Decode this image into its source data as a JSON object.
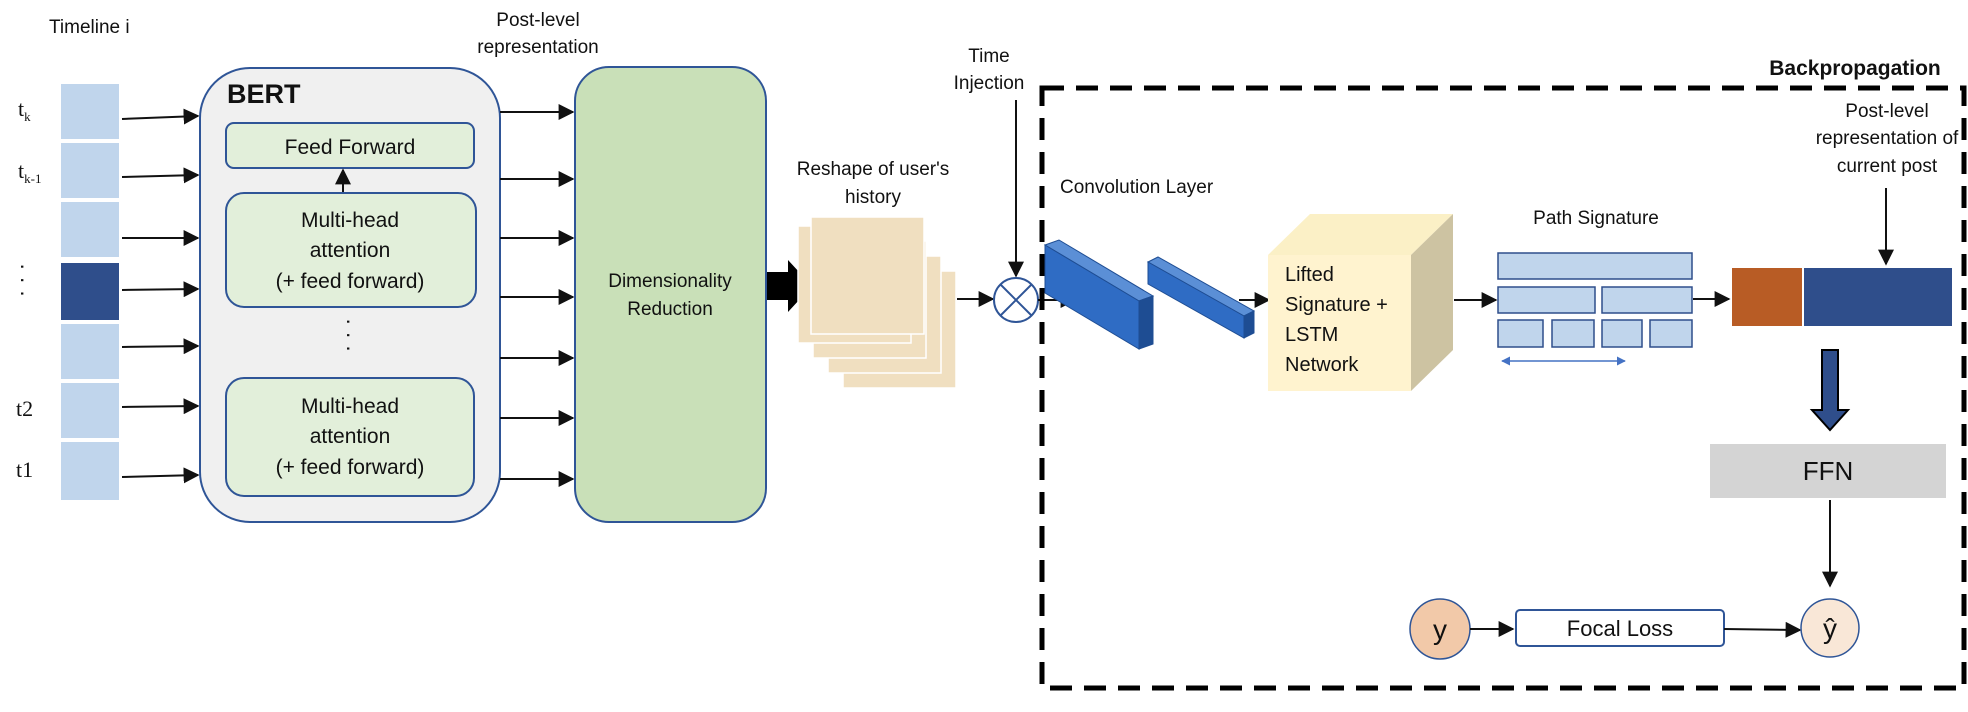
{
  "colors": {
    "timeline_light": "#c0d5ec",
    "timeline_dark": "#2f4e8b",
    "bert_fill": "#f0f0f0",
    "bert_border": "#2f5597",
    "layer_fill": "#e2efda",
    "dim_fill": "#c9e0b8",
    "reshape_fill": "#f0dfc0",
    "conv_front": "#2f6cc4",
    "conv_top": "#5b8fd6",
    "conv_side": "#1e4d93",
    "cube_front": "#fff3cf",
    "cube_top": "#fbf0c6",
    "cube_side": "#cdc3a2",
    "sig_fill": "#c0d5ec",
    "orange": "#b85c25",
    "dark_blue": "#2f4e8b",
    "ffn_fill": "#d4d4d4",
    "y_fill": "#f2c9a9",
    "yhat_fill": "#f9e7d7"
  },
  "timeline": {
    "title": "Timeline i",
    "labels": [
      "t",
      "t",
      "t2",
      "t1"
    ],
    "subscripts": [
      "k",
      "k-1"
    ],
    "ellipsis": "· · ·"
  },
  "post_level_header": {
    "line1": "Post-level",
    "line2": "representation"
  },
  "bert": {
    "title": "BERT",
    "feed_forward": "Feed Forward",
    "mha_top": {
      "line1": "Multi-head",
      "line2": "attention",
      "line3": "(+ feed forward)"
    },
    "dots": "· · ·",
    "mha_bottom": {
      "line1": "Multi-head",
      "line2": "attention",
      "line3": "(+ feed forward)"
    }
  },
  "dim_reduction": {
    "line1": "Dimensionality",
    "line2": "Reduction"
  },
  "reshape": {
    "line1": "Reshape of user's",
    "line2": "history"
  },
  "time_injection": {
    "line1": "Time",
    "line2": "Injection"
  },
  "backprop": {
    "title": "Backpropagation"
  },
  "conv": {
    "label": "Convolution Layer"
  },
  "lstm": {
    "line1": "Lifted",
    "line2": "Signature +",
    "line3": "LSTM",
    "line4": "Network"
  },
  "path_signature": {
    "label": "Path Signature"
  },
  "current_post": {
    "line1": "Post-level",
    "line2": "representation of",
    "line3": "current post"
  },
  "ffn": {
    "label": "FFN"
  },
  "loss": {
    "y": "y",
    "focal": "Focal Loss",
    "yhat": "ŷ"
  }
}
